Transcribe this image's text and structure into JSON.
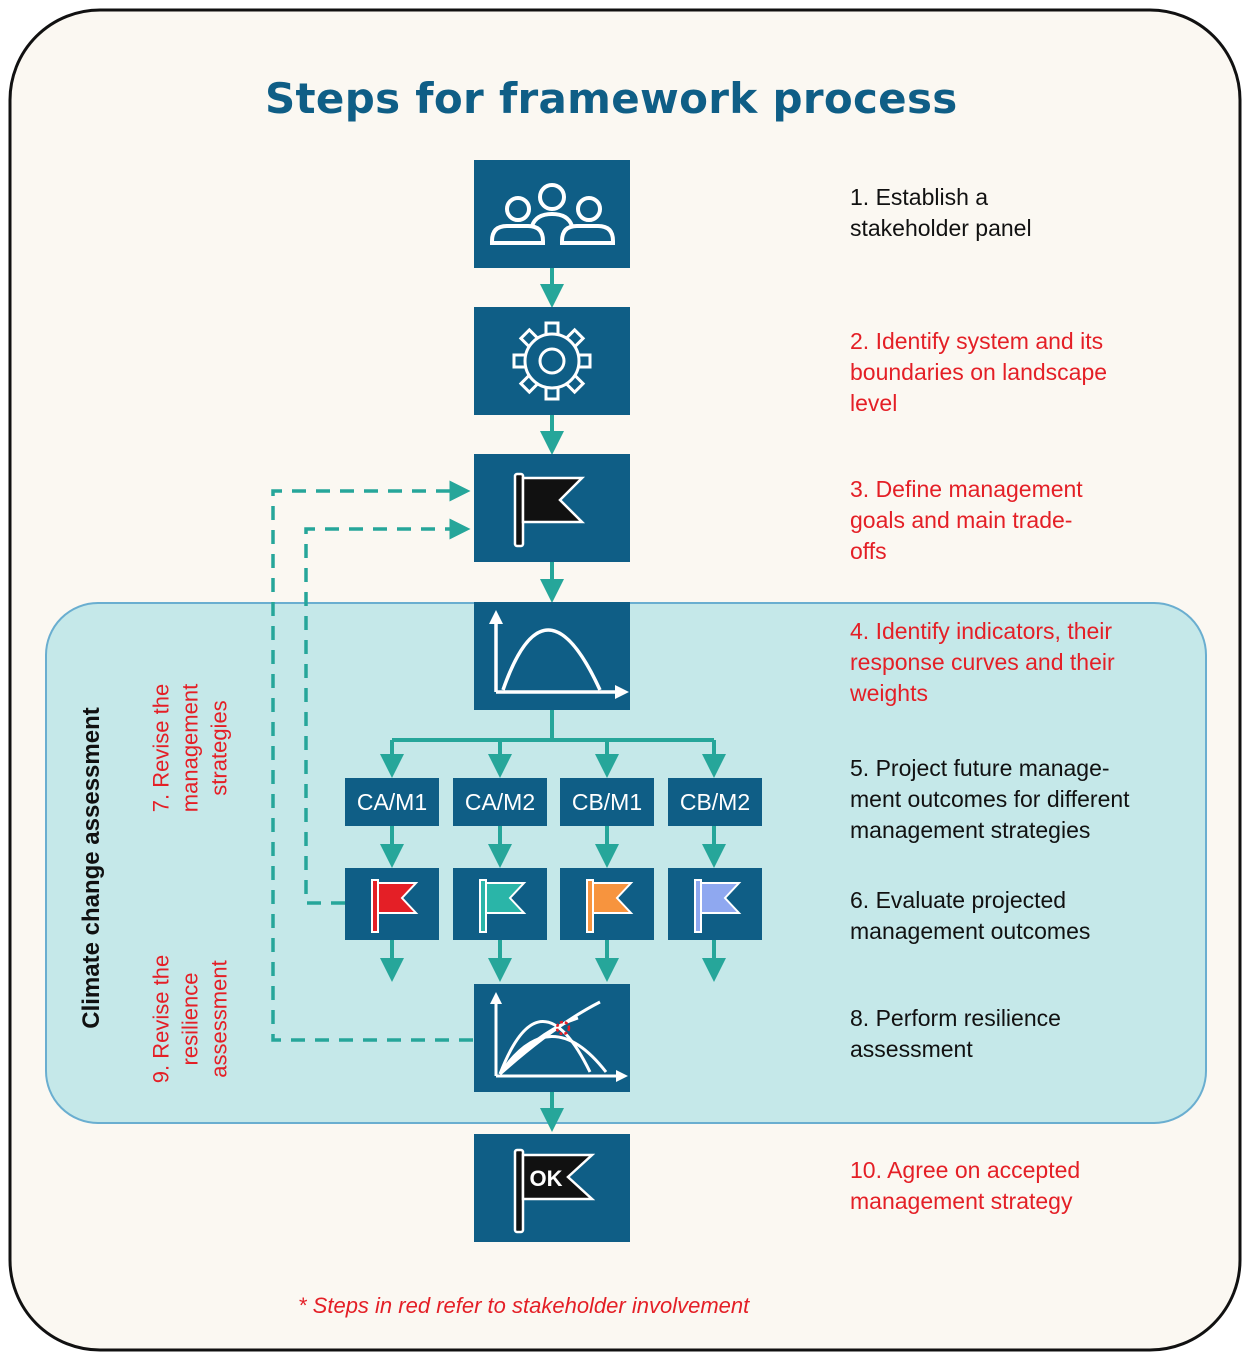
{
  "title": "Steps for framework process",
  "steps": [
    {
      "text": "1. Establish a\nstakeholder panel",
      "color": "#111111"
    },
    {
      "text": "2. Identify system and its\nboundaries on landscape\nlevel",
      "color": "#e41f26"
    },
    {
      "text": "3. Define management\ngoals and main trade-\noffs",
      "color": "#e41f26"
    },
    {
      "text": "4. Identify indicators, their\nresponse curves and their\nweights",
      "color": "#e41f26"
    },
    {
      "text": "5. Project future manage-\nment outcomes for different\nmanagement strategies",
      "color": "#111111"
    },
    {
      "text": "6. Evaluate projected\nmanagement outcomes",
      "color": "#111111"
    },
    {
      "text": "8. Perform resilience\nassessment",
      "color": "#111111"
    },
    {
      "text": "10. Agree on accepted\nmanagement strategy",
      "color": "#e41f26"
    }
  ],
  "scenarios": [
    "CA/M1",
    "CA/M2",
    "CB/M1",
    "CB/M2"
  ],
  "scenario_flag_colors": [
    "#e41f26",
    "#2ab5a8",
    "#f7943e",
    "#8fa8f0"
  ],
  "region_label": "Climate change assessment",
  "feedback_labels": {
    "revise_strategies": "7. Revise the\nmanagement\nstrategies",
    "revise_resilience": "9. Revise the\nresilience\nassessment"
  },
  "ok_label": "OK",
  "footnote": "* Steps in red refer to stakeholder involvement",
  "colors": {
    "box": "#0f5e86",
    "arrow": "#26a69a",
    "region_fill": "#c5e8e9",
    "background": "#fbf8f2",
    "title": "#0f5e86",
    "stakeholder_red": "#e41f26"
  }
}
